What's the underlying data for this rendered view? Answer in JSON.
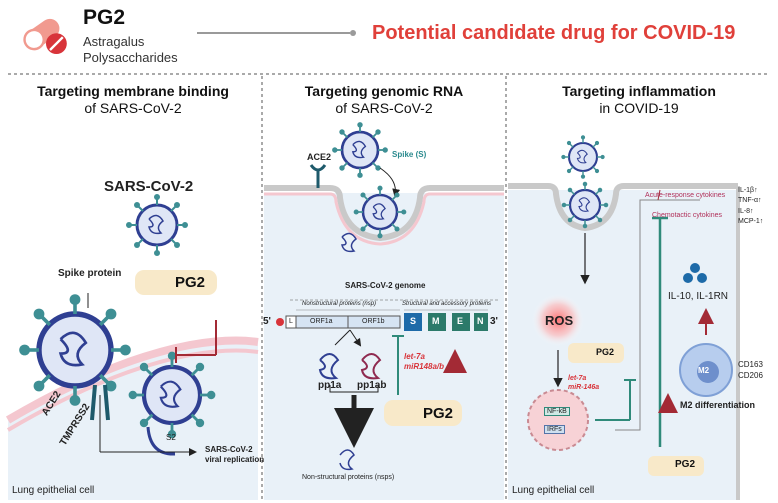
{
  "header": {
    "title": "PG2",
    "subtitle_line1": "Astragalus",
    "subtitle_line2": "Polysaccharides",
    "tagline": "Potential candidate drug for COVID-19"
  },
  "panel1": {
    "title_bold": "Targeting membrane binding",
    "title_normal": "of SARS-CoV-2",
    "virus_label": "SARS-CoV-2",
    "spike_label": "Spike protein",
    "pg2_label": "PG2",
    "ace2_label": "ACE2",
    "tmprss2_label": "TMPRSS2",
    "s2_label": "S2",
    "replication_line1": "SARS-CoV-2",
    "replication_line2": "viral replication",
    "cell_label": "Lung epithelial cell"
  },
  "panel2": {
    "title_bold": "Targeting genomic RNA",
    "title_normal": "of SARS-CoV-2",
    "ace2_label": "ACE2",
    "spike_label": "Spike (S)",
    "genome_label": "SARS-CoV-2 genome",
    "nsp_header": "Nonstructural proteins (nsp)",
    "structural_header": "Structural and accessory proteins",
    "five_prime": "5'",
    "three_prime": "3'",
    "cap": "L",
    "orf1a": "ORF1a",
    "orf1b": "ORF1b",
    "gene_s": "S",
    "gene_m": "M",
    "gene_e": "E",
    "gene_n": "N",
    "pp1a": "pp1a",
    "pp1ab": "pp1ab",
    "mirna_line1": "let-7a",
    "mirna_line2": "miR148a/b",
    "pg2_label": "PG2",
    "nsps_label": "Non-structural proteins (nsps)"
  },
  "panel3": {
    "title_bold": "Targeting inflammation",
    "title_normal": "in COVID-19",
    "acute_label": "Acute-response cytokines",
    "il1b": "IL-1β↑",
    "tnfa": "TNF-α↑",
    "chemotactic_label": "Chemotactic cytokines",
    "il8": "IL-8↑",
    "mcp1": "MCP-1↑",
    "ros_label": "ROS",
    "pg2_small_label": "PG2",
    "mirna_line1": "let-7a",
    "mirna_line2": "miR-146a",
    "nfkb": "NF-kB",
    "irfs": "IRFs",
    "il10_label": "IL-10, IL-1RN",
    "m2_label": "M2",
    "cd163": "CD163",
    "cd206": "CD206",
    "m2_diff_label": "M2  differentiation",
    "pg2_bottom_label": "PG2",
    "cell_label": "Lung epithelial cell"
  },
  "colors": {
    "accent_red": "#e0403a",
    "pill_bg": "#f8e9c9",
    "cell_blue": "#e9f1f8",
    "membrane_pink": "#f4c7cf",
    "virus_teal": "#3e8f94",
    "virus_blue": "#2f3f92",
    "inhibit_green": "#2f8a7a",
    "arrow_red": "#a32a35"
  }
}
